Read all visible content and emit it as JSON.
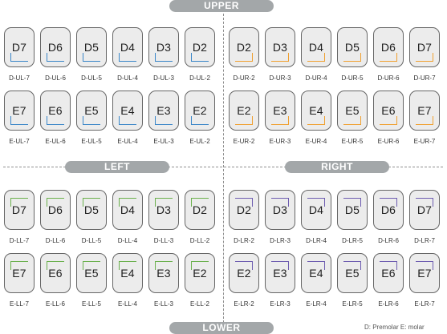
{
  "headers": {
    "upper": "UPPER",
    "lower": "LOWER",
    "left": "LEFT",
    "right": "RIGHT"
  },
  "legend": "D: Premolar E: molar",
  "colors": {
    "upper_left": "#3a86c8",
    "upper_right": "#f0a030",
    "lower_left": "#6ab04c",
    "lower_right": "#6d5cb0"
  },
  "quadrants": [
    {
      "id": "upper-left",
      "color_key": "upper_left",
      "bracket": "left",
      "arch": "upper",
      "rows": [
        [
          {
            "code": "D7",
            "label": "D-UL-7"
          },
          {
            "code": "D6",
            "label": "D-UL-6"
          },
          {
            "code": "D5",
            "label": "D-UL-5"
          },
          {
            "code": "D4",
            "label": "D-UL-4"
          },
          {
            "code": "D3",
            "label": "D-UL-3"
          },
          {
            "code": "D2",
            "label": "D-UL-2"
          }
        ],
        [
          {
            "code": "E7",
            "label": "E-UL-7"
          },
          {
            "code": "E6",
            "label": "E-UL-6"
          },
          {
            "code": "E5",
            "label": "E-UL-5"
          },
          {
            "code": "E4",
            "label": "E-UL-4"
          },
          {
            "code": "E3",
            "label": "E-UL-3"
          },
          {
            "code": "E2",
            "label": "E-UL-2"
          }
        ]
      ]
    },
    {
      "id": "upper-right",
      "color_key": "upper_right",
      "bracket": "right",
      "arch": "upper",
      "rows": [
        [
          {
            "code": "D2",
            "label": "D-UR-2"
          },
          {
            "code": "D3",
            "label": "D-UR-3"
          },
          {
            "code": "D4",
            "label": "D-UR-4"
          },
          {
            "code": "D5",
            "label": "D-UR-5"
          },
          {
            "code": "D6",
            "label": "D-UR-6"
          },
          {
            "code": "D7",
            "label": "D-UR-7"
          }
        ],
        [
          {
            "code": "E2",
            "label": "E-UR-2"
          },
          {
            "code": "E3",
            "label": "E-UR-3"
          },
          {
            "code": "E4",
            "label": "E-UR-4"
          },
          {
            "code": "E5",
            "label": "E-UR-5"
          },
          {
            "code": "E6",
            "label": "E-UR-6"
          },
          {
            "code": "E7",
            "label": "E-UR-7"
          }
        ]
      ]
    },
    {
      "id": "lower-left",
      "color_key": "lower_left",
      "bracket": "left",
      "arch": "lower",
      "rows": [
        [
          {
            "code": "D7",
            "label": "D-LL-7"
          },
          {
            "code": "D6",
            "label": "D-LL-6"
          },
          {
            "code": "D5",
            "label": "D-LL-5"
          },
          {
            "code": "D4",
            "label": "D-LL-4"
          },
          {
            "code": "D3",
            "label": "D-LL-3"
          },
          {
            "code": "D2",
            "label": "D-LL-2"
          }
        ],
        [
          {
            "code": "E7",
            "label": "E-LL-7"
          },
          {
            "code": "E6",
            "label": "E-LL-6"
          },
          {
            "code": "E5",
            "label": "E-LL-5"
          },
          {
            "code": "E4",
            "label": "E-LL-4"
          },
          {
            "code": "E3",
            "label": "E-LL-3"
          },
          {
            "code": "E2",
            "label": "E-LL-2"
          }
        ]
      ]
    },
    {
      "id": "lower-right",
      "color_key": "lower_right",
      "bracket": "right",
      "arch": "lower",
      "rows": [
        [
          {
            "code": "D2",
            "label": "D-LR-2"
          },
          {
            "code": "D3",
            "label": "D-LR-3"
          },
          {
            "code": "D4",
            "label": "D-LR-4"
          },
          {
            "code": "D5",
            "label": "D-LR-5"
          },
          {
            "code": "D6",
            "label": "D-LR-6"
          },
          {
            "code": "D7",
            "label": "D-LR-7"
          }
        ],
        [
          {
            "code": "E2",
            "label": "E-LR-2"
          },
          {
            "code": "E3",
            "label": "E-LR-3"
          },
          {
            "code": "E4",
            "label": "E-LR-4"
          },
          {
            "code": "E5",
            "label": "E-LR-5"
          },
          {
            "code": "E6",
            "label": "E-LR-6"
          },
          {
            "code": "E7",
            "label": "E-LR-7"
          }
        ]
      ]
    }
  ]
}
